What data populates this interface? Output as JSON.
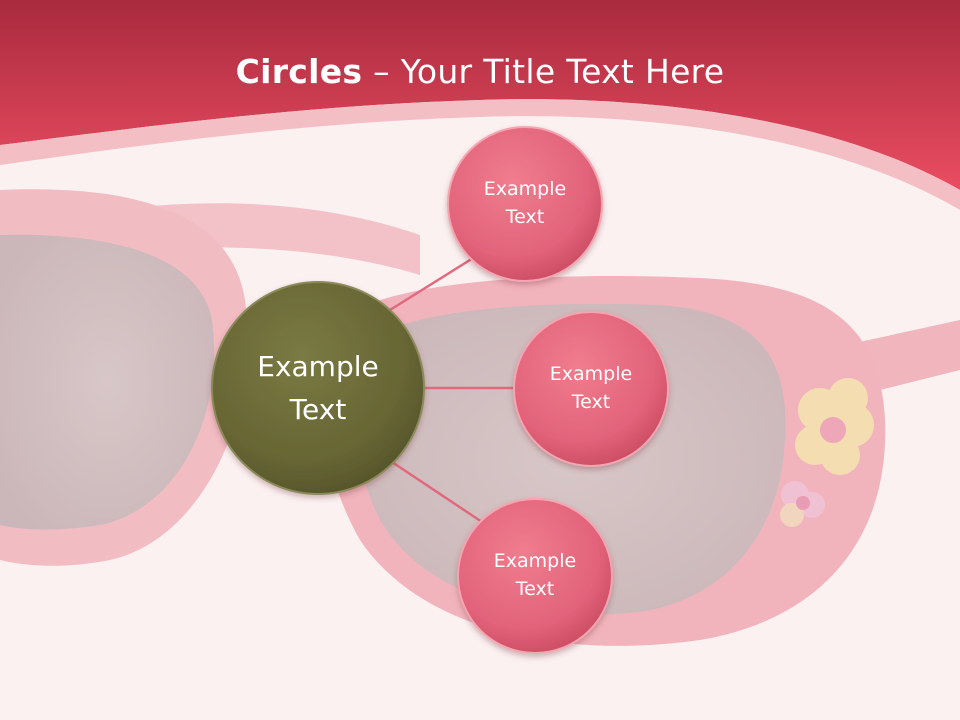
{
  "title": {
    "bold": "Circles",
    "rest": " – Your Title Text Here"
  },
  "diagram": {
    "center": {
      "text": "Example\nText",
      "color": "#6a6a38"
    },
    "satellites": [
      {
        "id": "top",
        "text": "Example\nText",
        "color": "#e26478"
      },
      {
        "id": "middle",
        "text": "Example\nText",
        "color": "#e26478"
      },
      {
        "id": "bottom",
        "text": "Example\nText",
        "color": "#e26478"
      }
    ],
    "connector_color": "#e0697d"
  },
  "theme": {
    "header_color": "#d8344c",
    "background": "#fbf1f1"
  }
}
